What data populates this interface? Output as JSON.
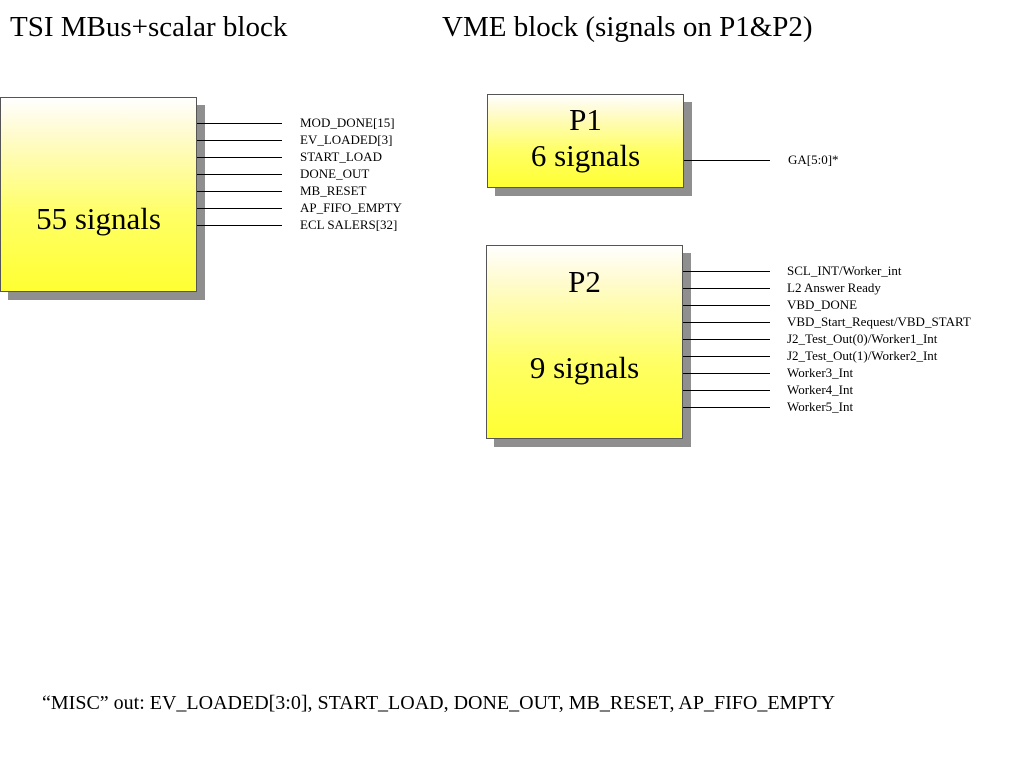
{
  "headings": {
    "left": "TSI MBus+scalar block",
    "right": "VME block (signals on P1&P2)"
  },
  "tsi_block": {
    "label": "55 signals",
    "signals": [
      "MOD_DONE[15]",
      "EV_LOADED[3]",
      "START_LOAD",
      "DONE_OUT",
      "MB_RESET",
      "AP_FIFO_EMPTY",
      "ECL SALERS[32]"
    ]
  },
  "p1_block": {
    "name": "P1",
    "label": "6 signals",
    "signals": [
      "GA[5:0]*"
    ]
  },
  "p2_block": {
    "name": "P2",
    "label": "9 signals",
    "signals": [
      "SCL_INT/Worker_int",
      "L2 Answer Ready",
      "VBD_DONE",
      "VBD_Start_Request/VBD_START",
      "J2_Test_Out(0)/Worker1_Int",
      "J2_Test_Out(1)/Worker2_Int",
      "Worker3_Int",
      "Worker4_Int",
      "Worker5_Int"
    ]
  },
  "footer": "“MISC” out:  EV_LOADED[3:0], START_LOAD, DONE_OUT, MB_RESET, AP_FIFO_EMPTY",
  "colors": {
    "block_fill": "#ffff33",
    "block_shadow": "#8f8f8f"
  }
}
